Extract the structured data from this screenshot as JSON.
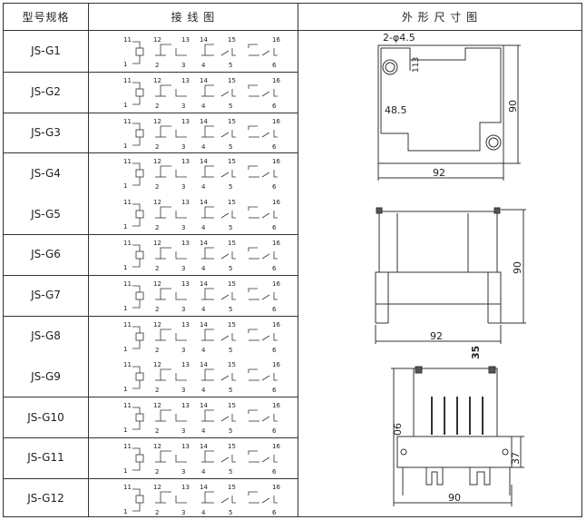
{
  "headers": {
    "model": "型号规格",
    "wiring": "接  线  图",
    "dimensions": "外 形 尺 寸 图"
  },
  "models": [
    {
      "name": "JS-G1",
      "wiring": [
        "11",
        "12",
        "13",
        "14",
        "15",
        "16",
        "1",
        "2",
        "3",
        "4",
        "5",
        "6"
      ]
    },
    {
      "name": "JS-G2",
      "wiring": [
        "11",
        "12",
        "13",
        "14",
        "15",
        "16",
        "1",
        "2",
        "3",
        "4",
        "5",
        "6"
      ]
    },
    {
      "name": "JS-G3",
      "wiring": [
        "11",
        "12",
        "13",
        "14",
        "15",
        "16",
        "1",
        "2",
        "3",
        "4",
        "5",
        "6"
      ]
    },
    {
      "name": "JS-G4",
      "wiring": [
        "11",
        "12",
        "13",
        "14",
        "15",
        "16",
        "1",
        "2",
        "3",
        "4",
        "5",
        "6"
      ]
    },
    {
      "name": "JS-G5",
      "wiring": [
        "11",
        "12",
        "13",
        "14",
        "15",
        "16",
        "1",
        "2",
        "3",
        "4",
        "5",
        "6"
      ]
    },
    {
      "name": "JS-G6",
      "wiring": [
        "11",
        "12",
        "13",
        "14",
        "15",
        "16",
        "1",
        "2",
        "3",
        "4",
        "5",
        "6"
      ]
    },
    {
      "name": "JS-G7",
      "wiring": [
        "11",
        "12",
        "13",
        "14",
        "15",
        "16",
        "1",
        "2",
        "3",
        "4",
        "5",
        "6"
      ]
    },
    {
      "name": "JS-G8",
      "wiring": [
        "11",
        "12",
        "13",
        "14",
        "15",
        "16",
        "1",
        "2",
        "3",
        "4",
        "5",
        "6"
      ]
    },
    {
      "name": "JS-G9",
      "wiring": [
        "11",
        "12",
        "13",
        "14",
        "15",
        "16",
        "1",
        "2",
        "3",
        "4",
        "5",
        "6"
      ]
    },
    {
      "name": "JS-G10",
      "wiring": [
        "11",
        "12",
        "13",
        "14",
        "15",
        "16",
        "1",
        "2",
        "3",
        "4",
        "5",
        "6"
      ]
    },
    {
      "name": "JS-G11",
      "wiring": [
        "11",
        "12",
        "13",
        "14",
        "15",
        "16",
        "1",
        "2",
        "3",
        "4",
        "5",
        "6"
      ]
    },
    {
      "name": "JS-G12",
      "wiring": [
        "11",
        "12",
        "13",
        "14",
        "15",
        "16",
        "1",
        "2",
        "3",
        "4",
        "5",
        "6"
      ]
    }
  ],
  "dimensions": {
    "top_view": {
      "hole_label": "2-φ4.5",
      "dim_113": "113",
      "dim_48_5": "48.5",
      "width": "92",
      "height": "90"
    },
    "side_view": {
      "width": "92",
      "height": "90"
    },
    "rail_view": {
      "depth": "35",
      "dim_06": "06",
      "dim_37": "37",
      "width": "90"
    }
  }
}
